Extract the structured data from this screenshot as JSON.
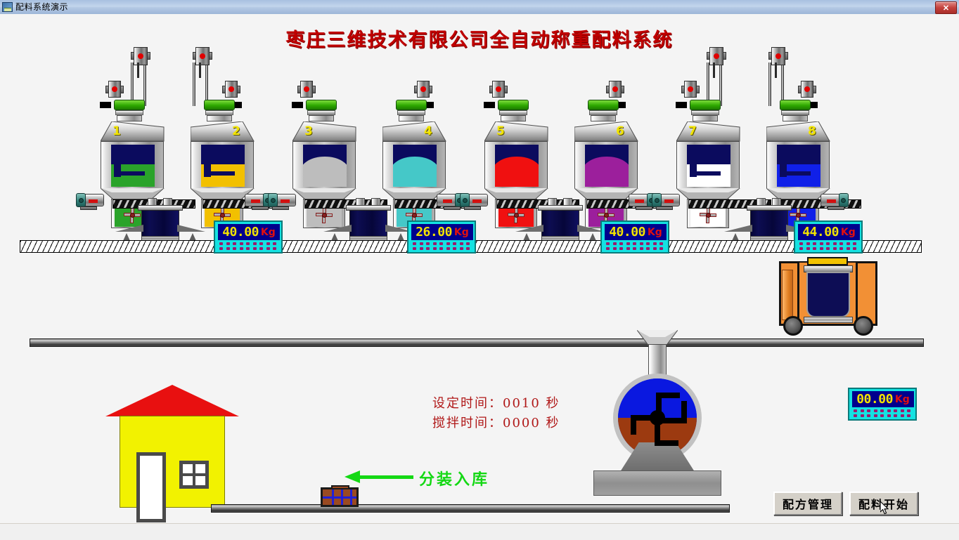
{
  "window": {
    "title": "配料系统演示",
    "icon": "app-icon",
    "close_label": "✕"
  },
  "heading": "枣庄三维技术有限公司全自动称重配料系统",
  "colors": {
    "title_red": "#c00000",
    "display_bg": "#14e2e2",
    "display_screen": "#00008d",
    "display_value": "#f3e300",
    "display_unit": "#e01010",
    "silo_number": "#f2e400",
    "green_label": "#14d814",
    "time_text": "#b01818",
    "trolley": "#f29035",
    "house_wall": "#f2f200",
    "house_roof": "#e81010",
    "mixer_top": "#0a18e0",
    "mixer_bottom": "#9c3a10"
  },
  "silos": [
    {
      "number": "1",
      "material_color": "#2aa32a",
      "tag": "silo-1"
    },
    {
      "number": "2",
      "material_color": "#f2c000",
      "tag": "silo-2"
    },
    {
      "number": "3",
      "material_color": "#bdbdbd",
      "tag": "silo-3"
    },
    {
      "number": "4",
      "material_color": "#45c8c8",
      "tag": "silo-4"
    },
    {
      "number": "5",
      "material_color": "#f01010",
      "tag": "silo-5"
    },
    {
      "number": "6",
      "material_color": "#9c1f9c",
      "tag": "silo-6"
    },
    {
      "number": "7",
      "material_color": "#ffffff",
      "tag": "silo-7"
    },
    {
      "number": "8",
      "material_color": "#1020e8",
      "tag": "silo-8"
    }
  ],
  "weight_displays": [
    {
      "value": "40.00",
      "unit": "Kg",
      "tag": "scale-1"
    },
    {
      "value": "26.00",
      "unit": "Kg",
      "tag": "scale-2"
    },
    {
      "value": "40.00",
      "unit": "Kg",
      "tag": "scale-3"
    },
    {
      "value": "44.00",
      "unit": "Kg",
      "tag": "scale-4"
    }
  ],
  "mixer_display": {
    "value": "00.00",
    "unit": "Kg"
  },
  "timers": {
    "set_time_label": "设定时间：",
    "set_time_value": "0010",
    "set_time_unit": "秒",
    "mix_time_label": "搅拌时间：",
    "mix_time_value": "0000",
    "mix_time_unit": "秒"
  },
  "flow_label": "分装入库",
  "buttons": {
    "recipe": "配方管理",
    "start": "配料开始"
  }
}
